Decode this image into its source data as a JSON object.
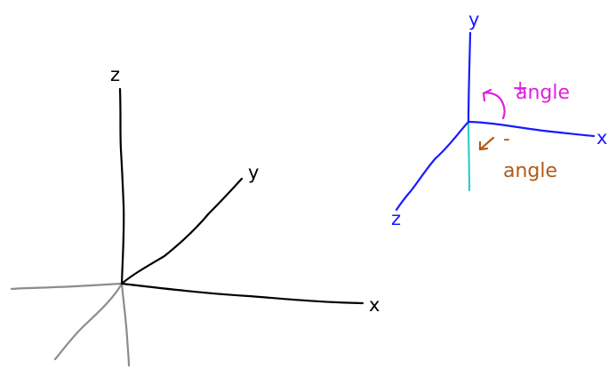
{
  "left_axes": {
    "label_z": "z",
    "label_y": "y",
    "label_x": "x",
    "colors": {
      "positive_axes": "#000000",
      "negative_axes": "#8c8c8c"
    }
  },
  "right_axes": {
    "label_y": "y",
    "label_x": "x",
    "label_z": "z",
    "positive_angle_sign": "+",
    "positive_angle_label": "angle",
    "negative_angle_sign": "-",
    "negative_angle_label": "angle",
    "colors": {
      "axes": "#1a1aff",
      "negative_y_axis": "#33cccc",
      "positive_angle": "#e020e0",
      "negative_angle": "#b05a1a"
    }
  }
}
